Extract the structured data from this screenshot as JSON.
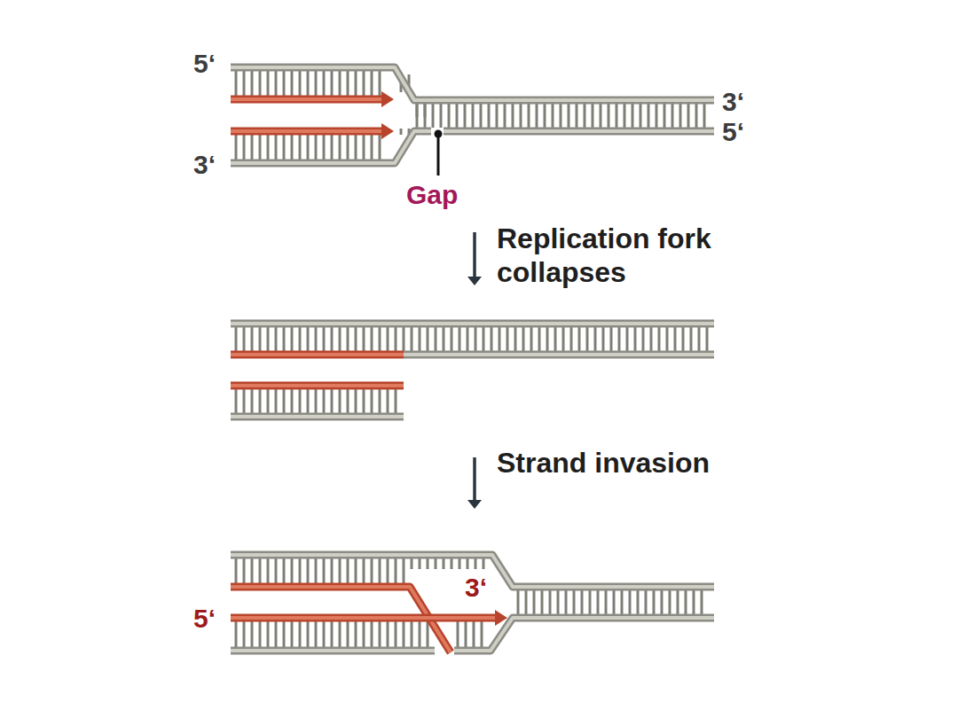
{
  "diagram": {
    "labels": [
      "5‘",
      "3‘",
      "5‘",
      "3‘",
      "Gap",
      "Replication fork collapses",
      "Strand invasion",
      "3‘",
      "5‘"
    ]
  }
}
